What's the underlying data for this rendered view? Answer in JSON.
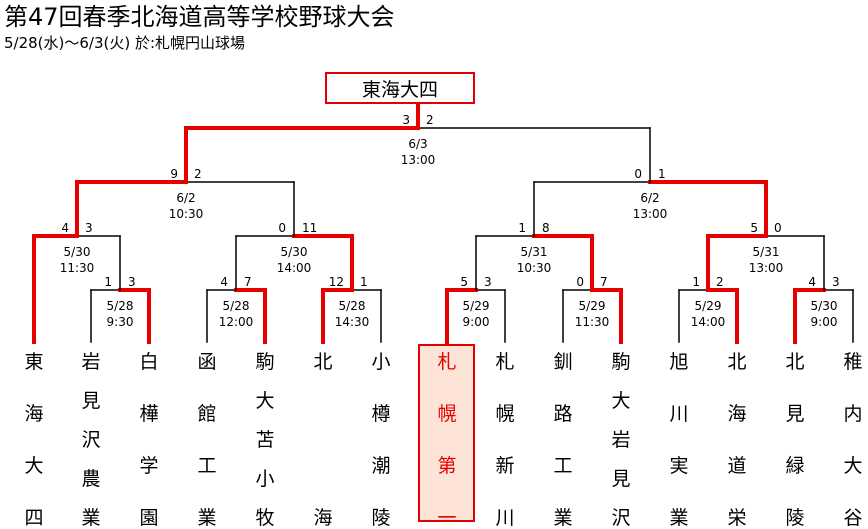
{
  "title": "第47回春季北海道高等学校野球大会",
  "subtitle": "5/28(水)～6/3(火) 於:札幌円山球場",
  "champion": "東海大四",
  "colors": {
    "winner_line": "#e60000",
    "loser_line": "#000000",
    "highlight_bg": "#fde4d6"
  },
  "teams": [
    {
      "name": "東海大四"
    },
    {
      "name": "岩見沢農業"
    },
    {
      "name": "白樺学園"
    },
    {
      "name": "函館工業"
    },
    {
      "name": "駒大苫小牧"
    },
    {
      "name": "北海"
    },
    {
      "name": "小樽潮陵"
    },
    {
      "name": "札幌第一",
      "highlighted": true
    },
    {
      "name": "札幌新川"
    },
    {
      "name": "釧路工業"
    },
    {
      "name": "駒大岩見沢"
    },
    {
      "name": "旭川実業"
    },
    {
      "name": "北海道栄"
    },
    {
      "name": "北見緑陵"
    },
    {
      "name": "稚内大谷"
    }
  ],
  "games": [
    {
      "id": "r1-1",
      "date": "5/28",
      "time": "9:30",
      "left_score": "1",
      "right_score": "3"
    },
    {
      "id": "r1-2",
      "date": "5/28",
      "time": "12:00",
      "left_score": "4",
      "right_score": "7"
    },
    {
      "id": "r1-3",
      "date": "5/28",
      "time": "14:30",
      "left_score": "12",
      "right_score": "1"
    },
    {
      "id": "r1-4",
      "date": "5/29",
      "time": "9:00",
      "left_score": "5",
      "right_score": "3"
    },
    {
      "id": "r1-5",
      "date": "5/29",
      "time": "11:30",
      "left_score": "0",
      "right_score": "7"
    },
    {
      "id": "r1-6",
      "date": "5/29",
      "time": "14:00",
      "left_score": "1",
      "right_score": "2"
    },
    {
      "id": "r1-7",
      "date": "5/30",
      "time": "9:00",
      "left_score": "4",
      "right_score": "3"
    },
    {
      "id": "r2-1",
      "date": "5/30",
      "time": "11:30",
      "left_score": "4",
      "right_score": "3"
    },
    {
      "id": "r2-2",
      "date": "5/30",
      "time": "14:00",
      "left_score": "0",
      "right_score": "11"
    },
    {
      "id": "r2-3",
      "date": "5/31",
      "time": "10:30",
      "left_score": "1",
      "right_score": "8"
    },
    {
      "id": "r2-4",
      "date": "5/31",
      "time": "13:00",
      "left_score": "5",
      "right_score": "0"
    },
    {
      "id": "sf-1",
      "date": "6/2",
      "time": "10:30",
      "left_score": "9",
      "right_score": "2"
    },
    {
      "id": "sf-2",
      "date": "6/2",
      "time": "13:00",
      "left_score": "0",
      "right_score": "1"
    },
    {
      "id": "final",
      "date": "6/3",
      "time": "13:00",
      "left_score": "3",
      "right_score": "2"
    }
  ]
}
